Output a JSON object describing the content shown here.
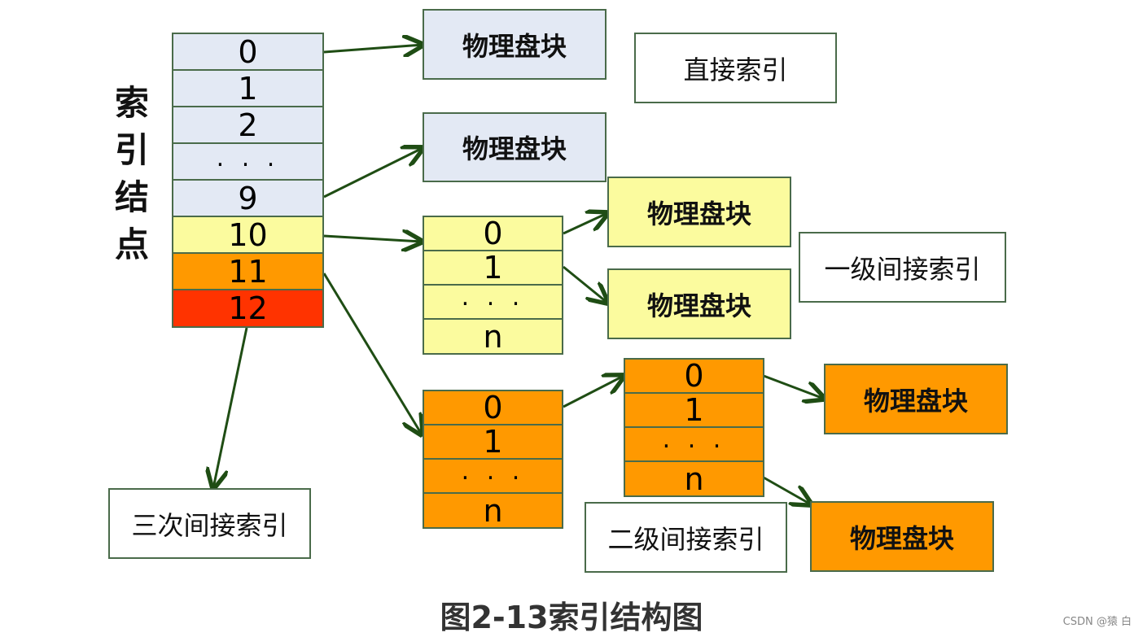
{
  "title_vertical": [
    "索",
    "引",
    "结",
    "点"
  ],
  "inode": [
    "0",
    "1",
    "2",
    ". . .",
    "9",
    "10",
    "11",
    "12"
  ],
  "single_table": [
    "0",
    "1",
    ". . .",
    "n"
  ],
  "double_table_1": [
    "0",
    "1",
    ". . .",
    "n"
  ],
  "double_table_2": [
    "0",
    "1",
    ". . .",
    "n"
  ],
  "block_label": "物理盘块",
  "labels": {
    "direct": "直接索引",
    "single": "一级间接索引",
    "double": "二级间接索引",
    "triple": "三次间接索引"
  },
  "caption": "图2-13索引结构图",
  "watermark": "CSDN @猿 白",
  "colors": {
    "direct": "#e3e9f4",
    "single": "#fbfb9e",
    "double": "#ff9900",
    "triple": "#ff3300",
    "arrow": "#1f4d14"
  }
}
